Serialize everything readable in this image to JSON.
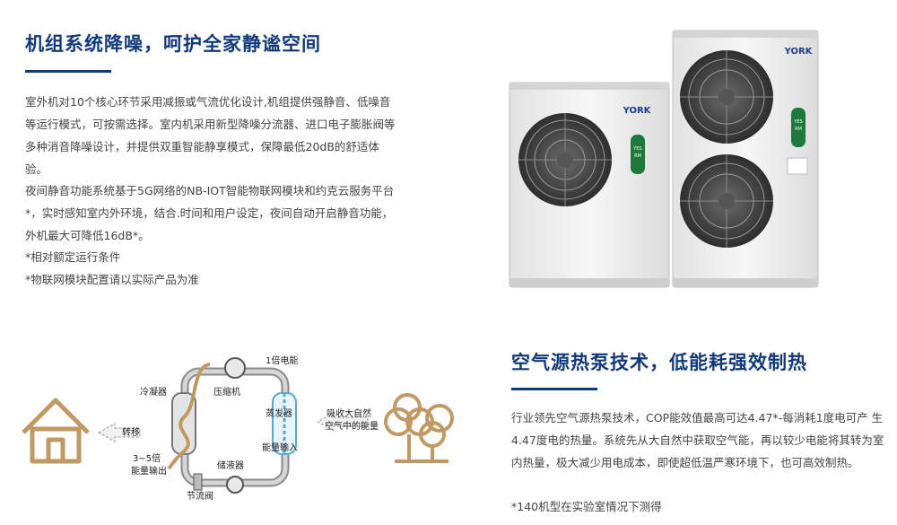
{
  "top": {
    "title": "机组系统降噪，呵护全家静谧空间",
    "paragraph1": "室外机对10个核心环节采用减振或气流优化设计,机组提供强静音、低噪音等运行模式，可按需选择。室内机采用新型降噪分流器、进口电子膨胀阀等多种消音降噪设计，并提供双重智能静享模式，保障最低20dB的舒适体验。",
    "paragraph2": "夜间静音功能系统基于5G网络的NB-IOT智能物联网模块和约克云服务平台*，实时感知室内外环境，结合.时间和用户设定，夜间自动开启静音功能，外机最大可降低16dB*。",
    "note1": "*相对额定运行条件",
    "note2": "*物联网模块配置请以实际产品为准"
  },
  "bottom": {
    "title": "空气源热泵技术，低能耗强效制热",
    "paragraph": "行业领先空气源热泵技术，COP能效值最高可达4.47*-每消耗1度电可产 生4.47度电的热量。系统先从大自然中获取空气能，再以较少电能将其转为室内热量，极大减少用电成本，即使超低温严寒环境下，也可高效制热。",
    "note": "*140机型在实验室情况下测得"
  },
  "units": {
    "brand": "YORK",
    "badge_line1": "YES",
    "badge_line2": "RM"
  },
  "diagram": {
    "one_electric": "1倍电能",
    "condenser": "冷凝器",
    "compressor": "压缩机",
    "evaporator": "蒸发器",
    "absorb_line1": "吸收大自然",
    "absorb_line2": "空气中的能量",
    "transfer": "转移",
    "energy_input": "能量输入",
    "output_line1": "3~5倍",
    "output_line2": "能量输出",
    "receiver": "储液器",
    "throttle": "节流阀"
  },
  "colors": {
    "title": "#123a7a",
    "gold": "#c19a63",
    "badge": "#1e7a3c"
  }
}
